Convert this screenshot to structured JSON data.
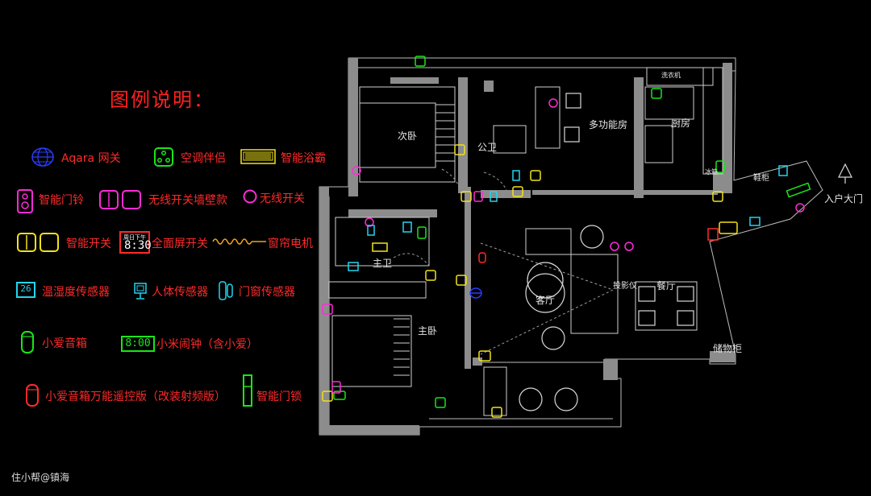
{
  "legend": {
    "title": "图例说明：",
    "items": {
      "aqara_gateway": "Aqara 网关",
      "ac_companion": "空调伴侣",
      "smart_heater": "智能浴霸",
      "doorbell": "智能门铃",
      "wireless_wall_switch": "无线开关墙壁款",
      "wireless_switch": "无线开关",
      "smart_switch": "智能开关",
      "fullscreen_switch": "全面屏开关",
      "curtain_motor": "窗帘电机",
      "temp_sensor": "温湿度传感器",
      "human_sensor": "人体传感器",
      "door_sensor": "门窗传感器",
      "xiaoai_speaker": "小爱音箱",
      "mi_clock": "小米闹钟（含小爱）",
      "xiaoai_remote": "小爱音箱万能遥控版（改装射频版）",
      "smart_lock": "智能门锁"
    },
    "fullscreen_clock": {
      "label": "周日下午",
      "time": "8:30"
    },
    "mi_clock_time": "8:00",
    "temp_value": "26"
  },
  "rooms": {
    "second_bedroom": "次卧",
    "bathroom": "公卫",
    "multi_room": "多功能房",
    "kitchen": "厨房",
    "master_bath": "主卫",
    "master_bedroom": "主卧",
    "living": "客厅",
    "dining": "餐厅",
    "storage": "储物柜",
    "entry": "入户大门",
    "shoe": "鞋柜",
    "projector": "投影仪",
    "washer": "洗衣机",
    "fridge": "冰箱"
  },
  "credit": "住小帮@镇海",
  "colors": {
    "red": "#ff2a2a",
    "green": "#19e619",
    "yellow": "#f2e21b",
    "magenta": "#ff2bd6",
    "blue": "#2a3dff",
    "cyan": "#22d4f0",
    "wall": "#9a9a9a"
  }
}
